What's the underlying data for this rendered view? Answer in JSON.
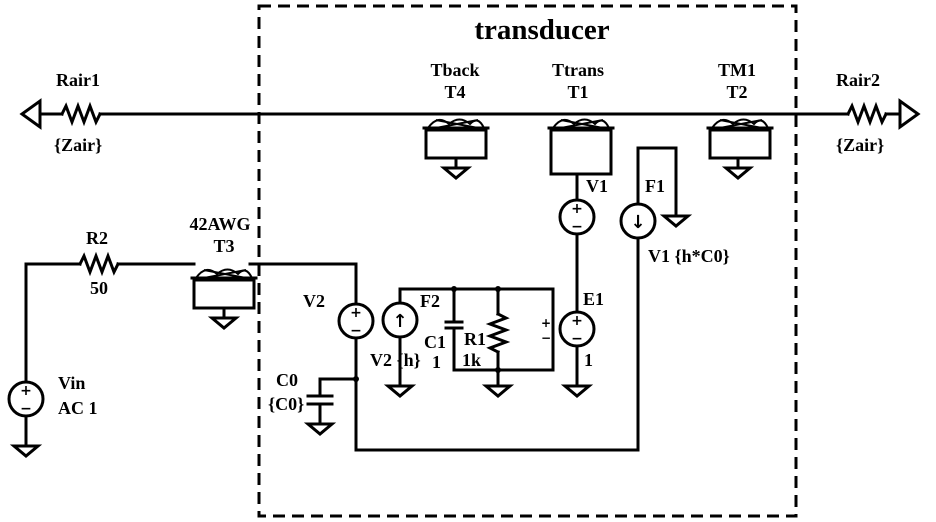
{
  "title": "transducer",
  "components": {
    "rair1": {
      "name": "Rair1",
      "value": "{Zair}"
    },
    "rair2": {
      "name": "Rair2",
      "value": "{Zair}"
    },
    "t4": {
      "line1": "Tback",
      "line2": "T4"
    },
    "t1": {
      "line1": "Ttrans",
      "line2": "T1"
    },
    "t2": {
      "line1": "TM1",
      "line2": "T2"
    },
    "t3": {
      "line1": "42AWG",
      "line2": "T3"
    },
    "r2": {
      "name": "R2",
      "value": "50"
    },
    "vin": {
      "name": "Vin",
      "value": "AC 1"
    },
    "v1": {
      "name": "V1"
    },
    "f1": {
      "name": "F1",
      "value": "V1 {h*C0}"
    },
    "v2": {
      "name": "V2"
    },
    "f2": {
      "name": "F2",
      "value": "V2 {h}"
    },
    "c1": {
      "name": "C1",
      "value": "1"
    },
    "r1": {
      "name": "R1",
      "value": "1k"
    },
    "e1": {
      "name": "E1",
      "value": "1"
    },
    "c0": {
      "name": "C0",
      "value": "{C0}"
    }
  },
  "symbols": {
    "plus": "+",
    "minus": "−",
    "arrow_up": "↑",
    "arrow_down": "↓"
  }
}
